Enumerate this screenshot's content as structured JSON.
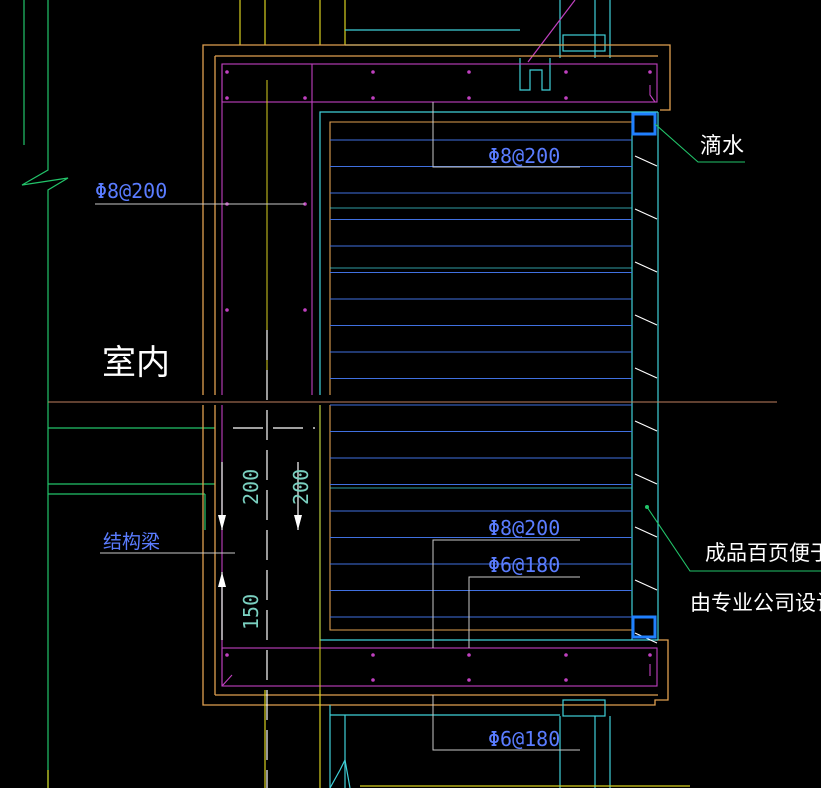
{
  "labels": {
    "rebar_left": "Φ8@200",
    "rebar_top": "Φ8@200",
    "rebar_lower_1": "Φ8@200",
    "rebar_lower_2": "Φ6@180",
    "rebar_bottom": "Φ6@180",
    "drip": "滴水",
    "indoor": "室内",
    "structural_beam": "结构梁",
    "louver_note_line1": "成品百页便于",
    "louver_note_line2": "由专业公司设计",
    "dim_200_a": "200",
    "dim_200_b": "200",
    "dim_150": "150"
  },
  "colors": {
    "background": "#000000",
    "wall_green": "#22c46a",
    "cyan": "#3fd0d8",
    "orange": "#e0a050",
    "magenta": "#c040c0",
    "blue_line": "#4070e0",
    "text_blue": "#5a7cff",
    "text_white": "#ffffff",
    "yellow": "#d8d020",
    "cyan_dim": "#7ad0c0",
    "highlight_blue": "#2080ff"
  }
}
